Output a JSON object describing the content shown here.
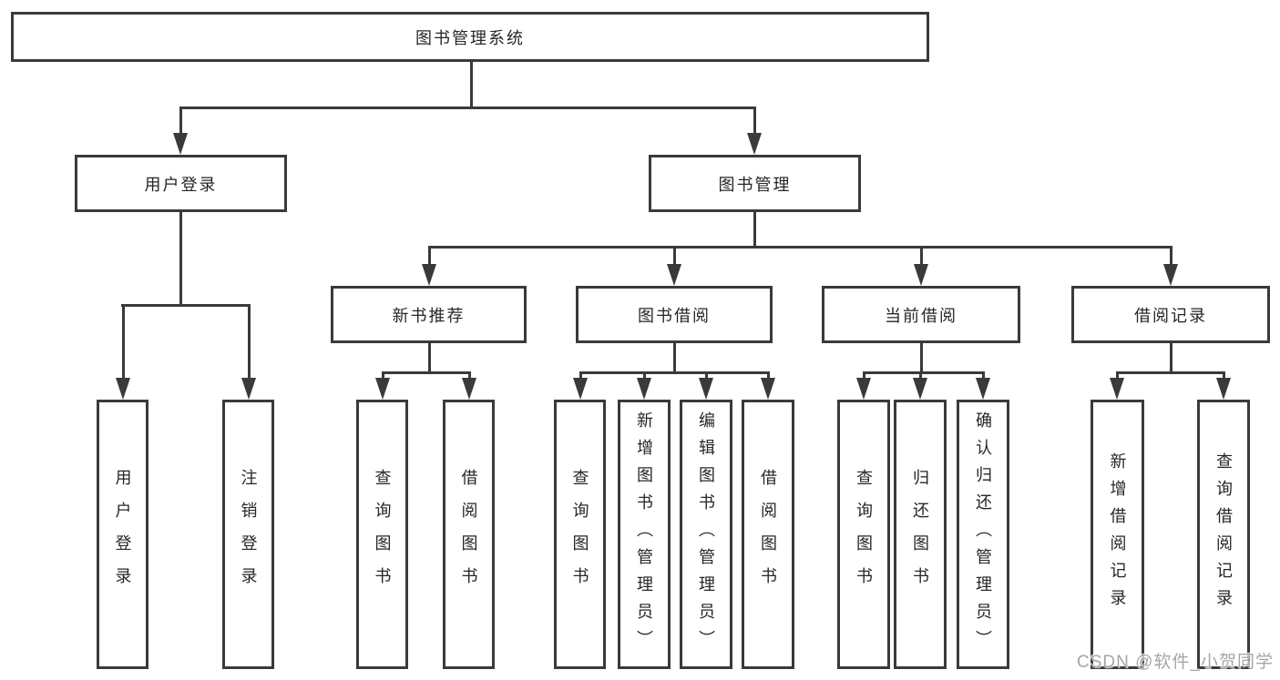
{
  "tree": {
    "root": {
      "label": "图书管理系统"
    },
    "login": {
      "label": "用户登录",
      "children": {
        "userLogin": {
          "label": "用户登录"
        },
        "logout": {
          "label": "注销登录"
        }
      }
    },
    "mgmt": {
      "label": "图书管理",
      "groups": {
        "newBooks": {
          "label": "新书推荐",
          "children": {
            "query": {
              "label": "查询图书"
            },
            "borrow": {
              "label": "借阅图书"
            }
          }
        },
        "borrowing": {
          "label": "图书借阅",
          "children": {
            "query": {
              "label": "查询图书"
            },
            "add": {
              "label": "新增图书（管理员）"
            },
            "edit": {
              "label": "编辑图书（管理员）"
            },
            "borrow": {
              "label": "借阅图书"
            }
          }
        },
        "current": {
          "label": "当前借阅",
          "children": {
            "query": {
              "label": "查询图书"
            },
            "return": {
              "label": "归还图书"
            },
            "confirm": {
              "label": "确认归还（管理员）"
            }
          }
        },
        "records": {
          "label": "借阅记录",
          "children": {
            "add": {
              "label": "新增借阅记录"
            },
            "query": {
              "label": "查询借阅记录"
            }
          }
        }
      }
    }
  },
  "watermark": "CSDN @软件_小贺同学",
  "colors": {
    "line": "#3a3a3a",
    "text": "#262626",
    "watermark": "#a6a6a6",
    "background": "#ffffff"
  }
}
